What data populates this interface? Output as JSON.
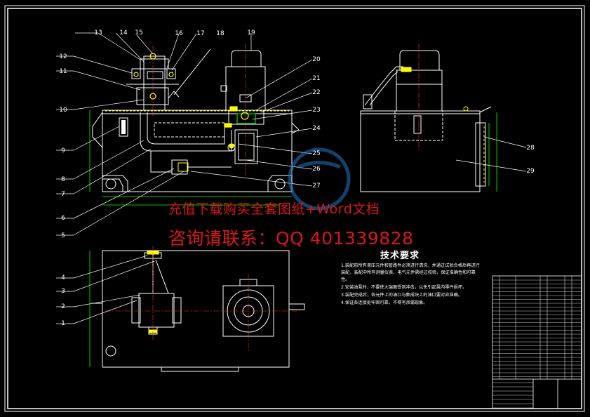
{
  "drawing": {
    "part_labels": [
      "1",
      "2",
      "3",
      "4",
      "5",
      "6",
      "7",
      "8",
      "9",
      "10",
      "11",
      "12",
      "13",
      "14",
      "15",
      "16",
      "17",
      "18",
      "19",
      "20",
      "21",
      "22",
      "23",
      "24",
      "25",
      "26",
      "27",
      "28",
      "29"
    ]
  },
  "watermark": {
    "line1": "充值下载购买全套图纸+Word文档",
    "line2": "咨询请联系：QQ 401339828"
  },
  "technical_requirements": {
    "title": "技术要求",
    "items": [
      "1.装配前所有液压元件和管路件必须进行清洗，并通过试验合格后再进行装配，装配中所有测量仪表、电气元件需经过校验，保证准确性和可靠性。",
      "2.安装油泵时，不要使大端面受到冲击，以免引起泵内零件损坏。",
      "3.装配完成后，各元件上的油口与集成块上的油口要对应准确。",
      "4.保证各连接处牢固可靠，不得有渗漏现象。"
    ]
  },
  "colors": {
    "background": "#000000",
    "line": "#ffffff",
    "accent": "#ffff00",
    "dim": "#00ff00",
    "center": "#ff3333",
    "watermark": "#d81818"
  }
}
